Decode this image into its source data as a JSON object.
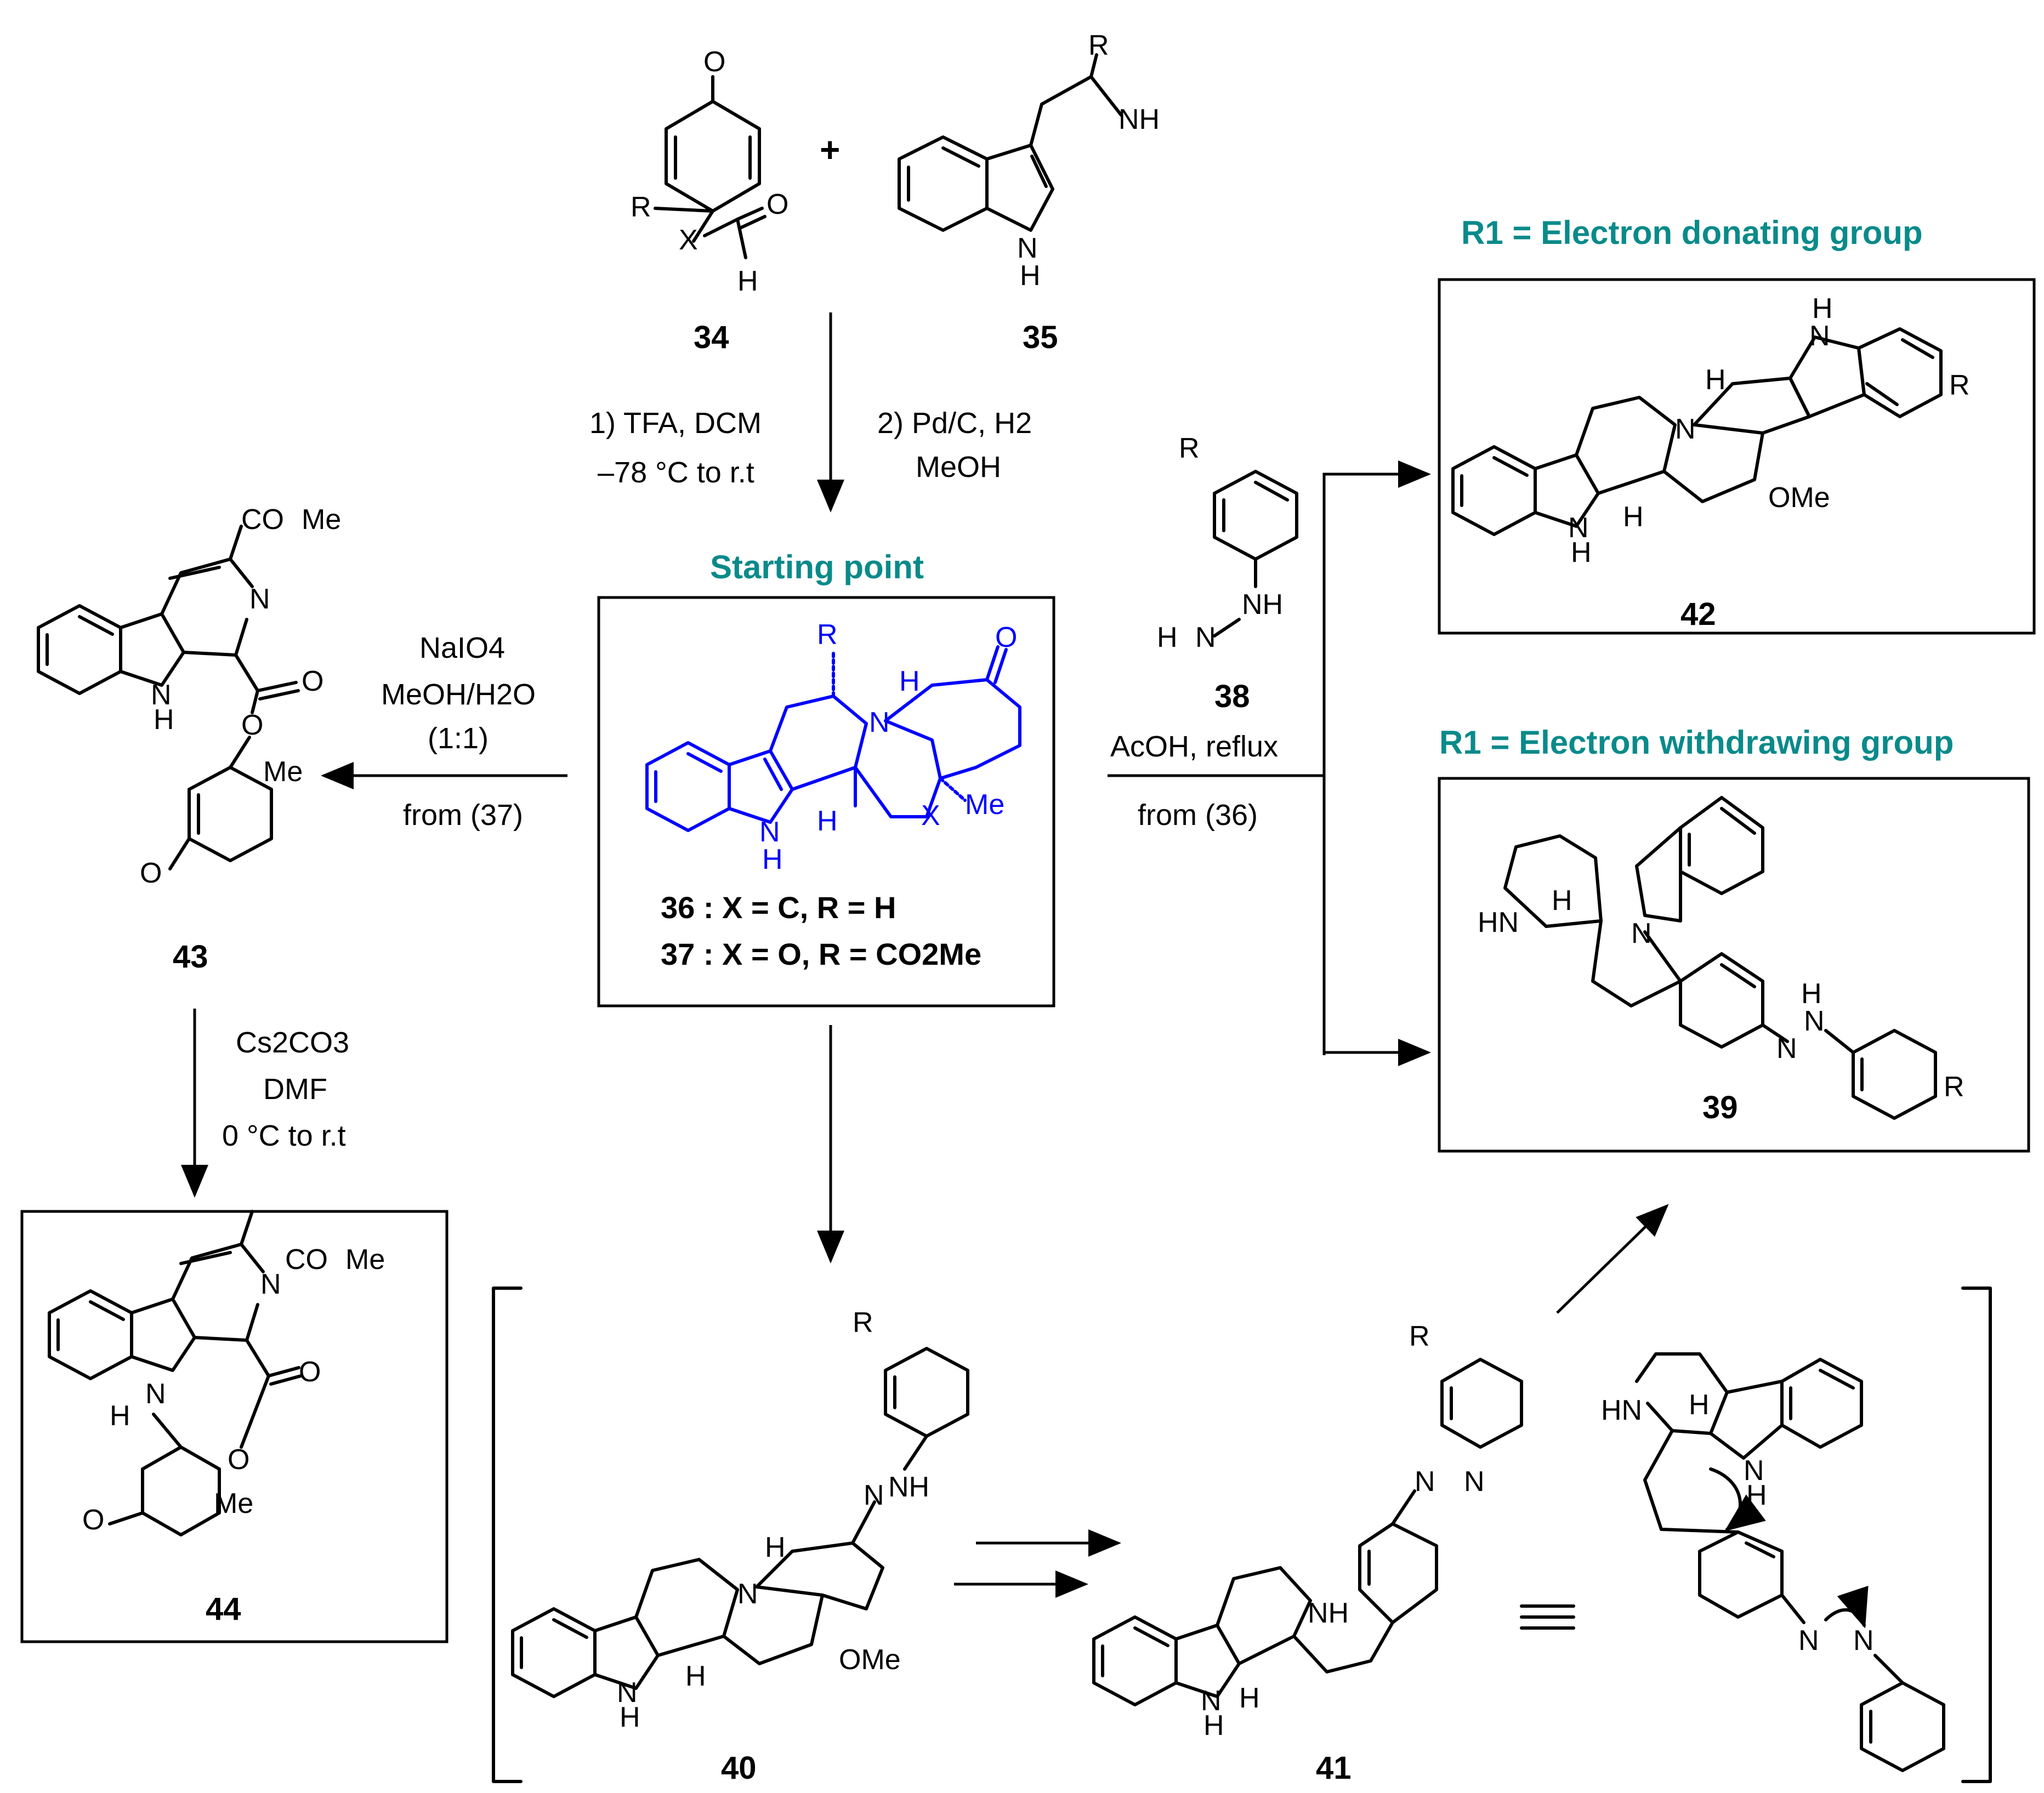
{
  "colors": {
    "heading": "#0a8a8a",
    "highlight": "#0000ff",
    "ink": "#000000"
  },
  "compounds": {
    "c34": "34",
    "c35": "35",
    "c36": "36",
    "c37": "37",
    "c38": "38",
    "c39": "39",
    "c40": "40",
    "c41": "41",
    "c42": "42",
    "c43": "43",
    "c44": "44"
  },
  "headings": {
    "start": "Starting point",
    "donating": "R1 = Electron donating group",
    "withdrawing": "R1 = Electron withdrawing group"
  },
  "conditions": {
    "step1a": "1) TFA, DCM",
    "step1b": "–78 °C to r.t",
    "step2a": "2) Pd/C, H2",
    "step2b": "MeOH",
    "naio4a": "NaIO4",
    "naio4b": "MeOH/H2O",
    "naio4c": "(1:1)",
    "from37": "from (37)",
    "cs1": "Cs2CO3",
    "cs2": "DMF",
    "cs3": "0 °C to r.t",
    "acoh": "AcOH, reflux",
    "from36": "from (36)"
  },
  "legend36": "36 : X = C, R = H",
  "legend37": "37 : X = O, R = CO2Me",
  "plus": "+"
}
